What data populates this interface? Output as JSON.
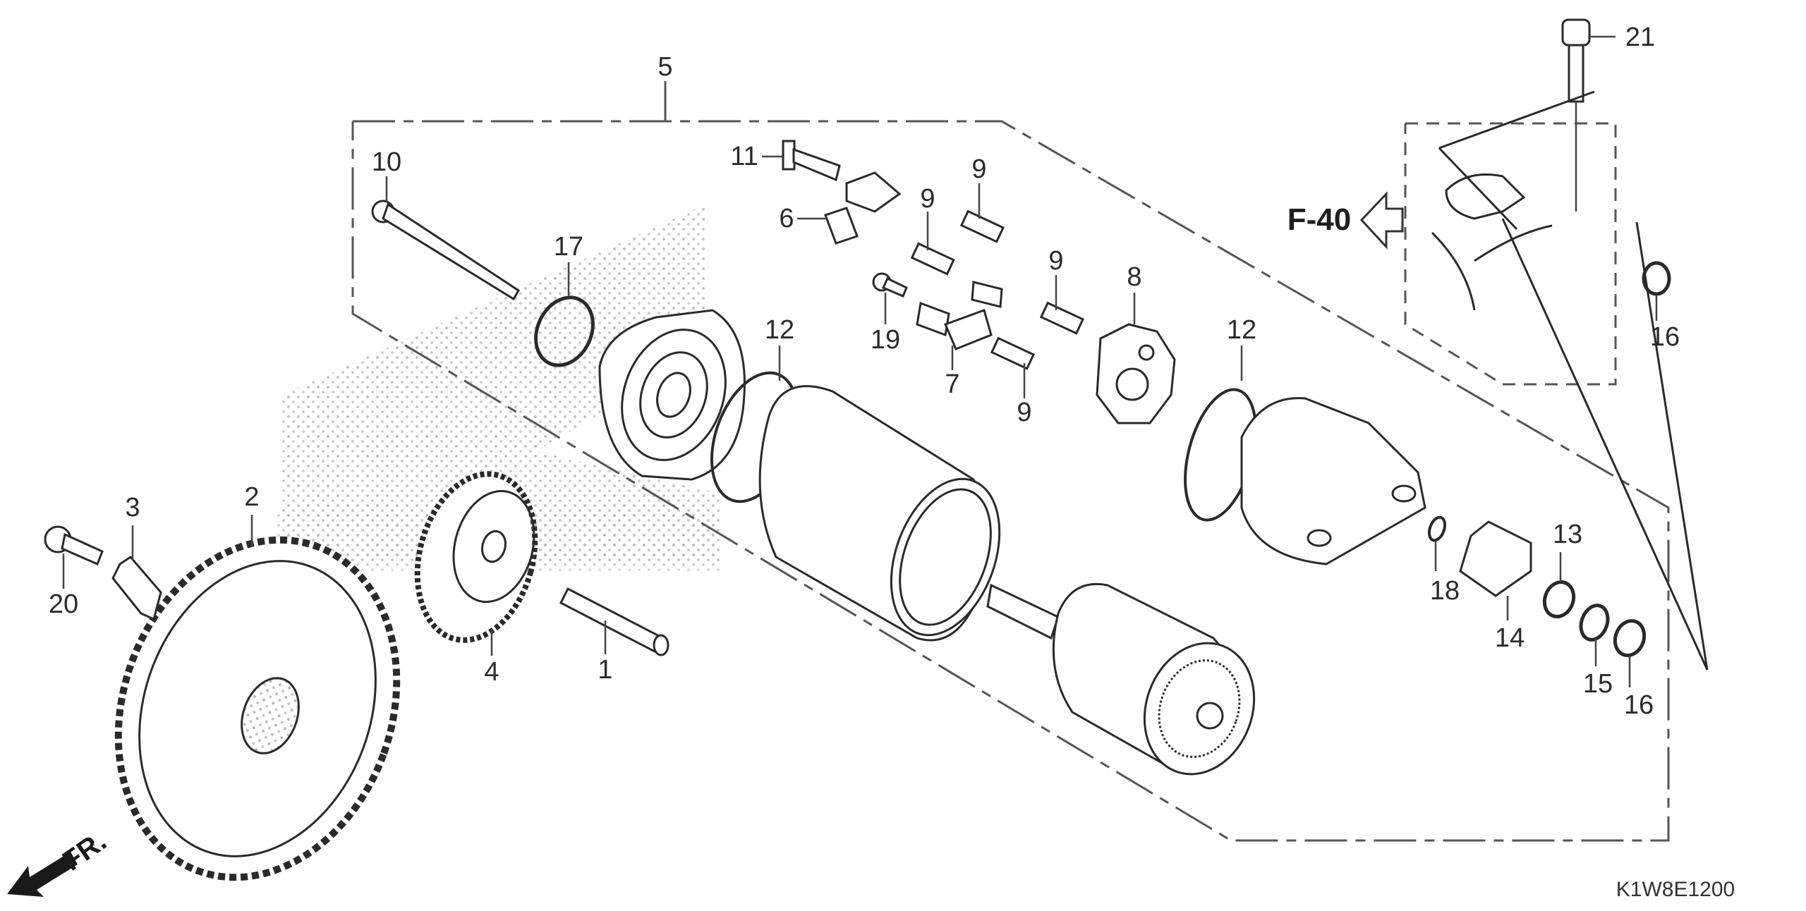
{
  "diagram": {
    "title": "Starter motor exploded parts view",
    "reference_code": "K1W8E1200",
    "cross_reference": "F-40",
    "front_indicator": "FR.",
    "colors": {
      "line": "#2a2a2a",
      "dots": "#b0b0b0",
      "background": "#ffffff"
    }
  },
  "callouts": [
    {
      "number": "5",
      "part": "starter motor assembly"
    },
    {
      "number": "10",
      "part": "long bolt"
    },
    {
      "number": "17",
      "part": "o-ring"
    },
    {
      "number": "11",
      "part": "terminal bolt"
    },
    {
      "number": "6",
      "part": "brush holder"
    },
    {
      "number": "9",
      "part": "brush spring"
    },
    {
      "number": "9",
      "part": "brush spring"
    },
    {
      "number": "9",
      "part": "brush spring"
    },
    {
      "number": "9",
      "part": "brush spring"
    },
    {
      "number": "19",
      "part": "screw"
    },
    {
      "number": "7",
      "part": "brush holder"
    },
    {
      "number": "8",
      "part": "brush holder plate"
    },
    {
      "number": "12",
      "part": "o-ring"
    },
    {
      "number": "12",
      "part": "o-ring"
    },
    {
      "number": "21",
      "part": "flange bolt"
    },
    {
      "number": "16",
      "part": "flange nut"
    },
    {
      "number": "13",
      "part": "oil seal"
    },
    {
      "number": "18",
      "part": "o-ring"
    },
    {
      "number": "14",
      "part": "insulator"
    },
    {
      "number": "15",
      "part": "washer"
    },
    {
      "number": "16",
      "part": "flange nut"
    },
    {
      "number": "3",
      "part": "setting plate"
    },
    {
      "number": "2",
      "part": "starter driven gear"
    },
    {
      "number": "20",
      "part": "bolt"
    },
    {
      "number": "4",
      "part": "reduction gear"
    },
    {
      "number": "1",
      "part": "shaft"
    }
  ]
}
